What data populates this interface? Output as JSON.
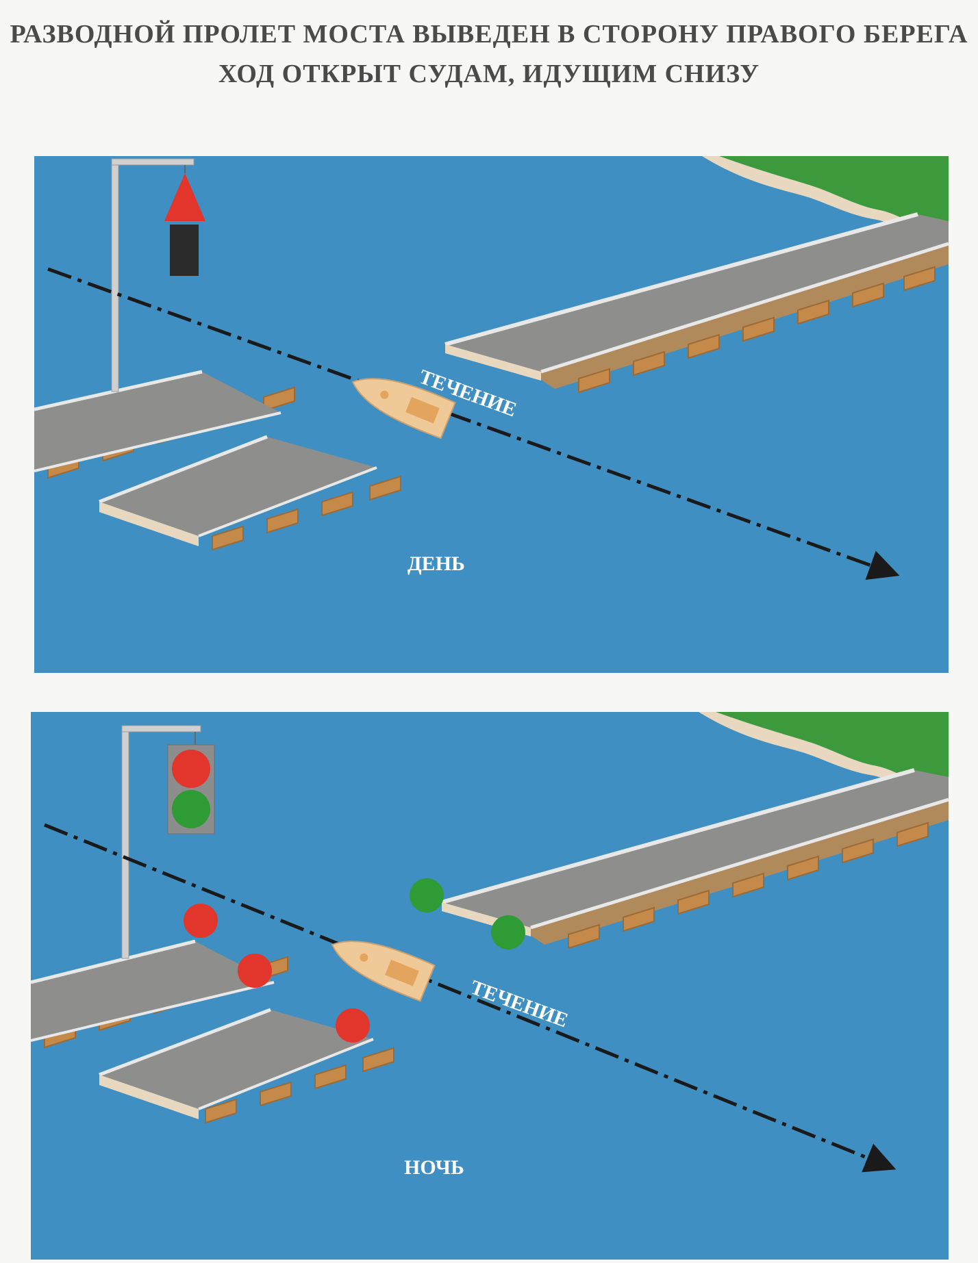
{
  "header": {
    "line1": "РАЗВОДНОЙ ПРОЛЕТ МОСТА ВЫВЕДЕН В СТОРОНУ ПРАВОГО БЕРЕГА",
    "line2": "ХОД ОТКРЫТ СУДАМ, ИДУЩИМ СНИЗУ"
  },
  "panels": {
    "day": {
      "label": "ДЕНЬ",
      "current_label": "ТЕЧЕНИЕ"
    },
    "night": {
      "label": "НОЧЬ",
      "current_label": "ТЕЧЕНИЕ"
    }
  },
  "signals": {
    "day": [
      "red-cone",
      "black-cylinder"
    ],
    "night": [
      "red-light",
      "green-light"
    ]
  },
  "colors": {
    "water": "#3f8fc2",
    "shore": "#3d9a3c",
    "sand": "#e8d8c0",
    "deck": "#8e8e8c",
    "pontoon": "#c58a4a",
    "red": "#e2352b",
    "green": "#2e9b35",
    "boat": "#f0c998",
    "cylinder": "#2a2a2a"
  }
}
